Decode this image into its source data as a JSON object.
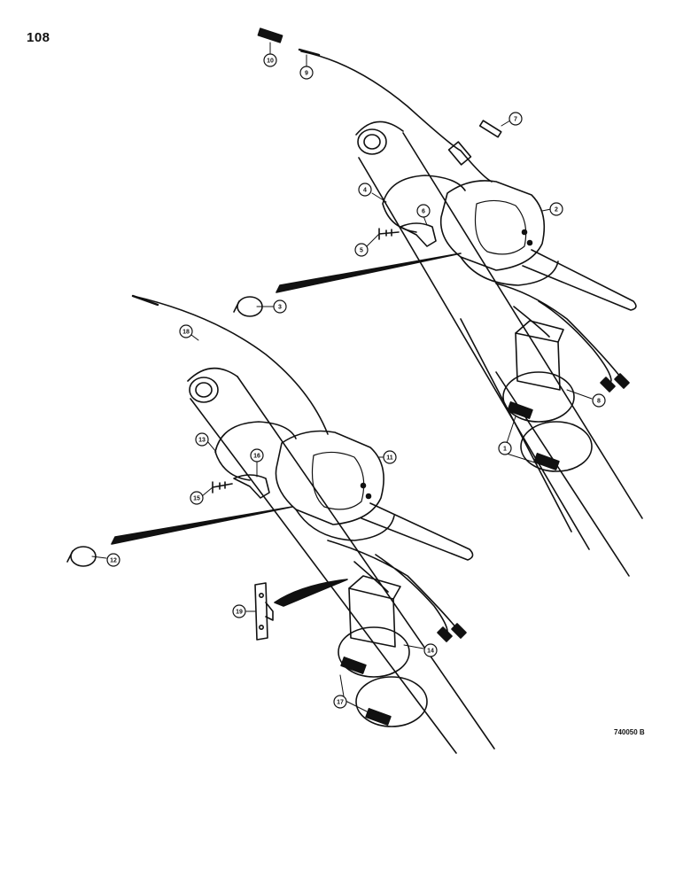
{
  "page_number": "108",
  "figure_code": "740050 B",
  "callouts": [
    {
      "id": "c10a",
      "label": "10"
    },
    {
      "id": "c9a",
      "label": "9"
    },
    {
      "id": "c7",
      "label": "7"
    },
    {
      "id": "c2",
      "label": "2"
    },
    {
      "id": "c4",
      "label": "4"
    },
    {
      "id": "c6",
      "label": "6"
    },
    {
      "id": "c5",
      "label": "5"
    },
    {
      "id": "c3",
      "label": "3"
    },
    {
      "id": "c8",
      "label": "8"
    },
    {
      "id": "c1",
      "label": "1"
    },
    {
      "id": "c18",
      "label": "18"
    },
    {
      "id": "c13",
      "label": "13"
    },
    {
      "id": "c16",
      "label": "16"
    },
    {
      "id": "c11",
      "label": "11"
    },
    {
      "id": "c15",
      "label": "15"
    },
    {
      "id": "c12",
      "label": "12"
    },
    {
      "id": "c19",
      "label": "19"
    },
    {
      "id": "c14",
      "label": "14"
    },
    {
      "id": "c17",
      "label": "17"
    }
  ]
}
